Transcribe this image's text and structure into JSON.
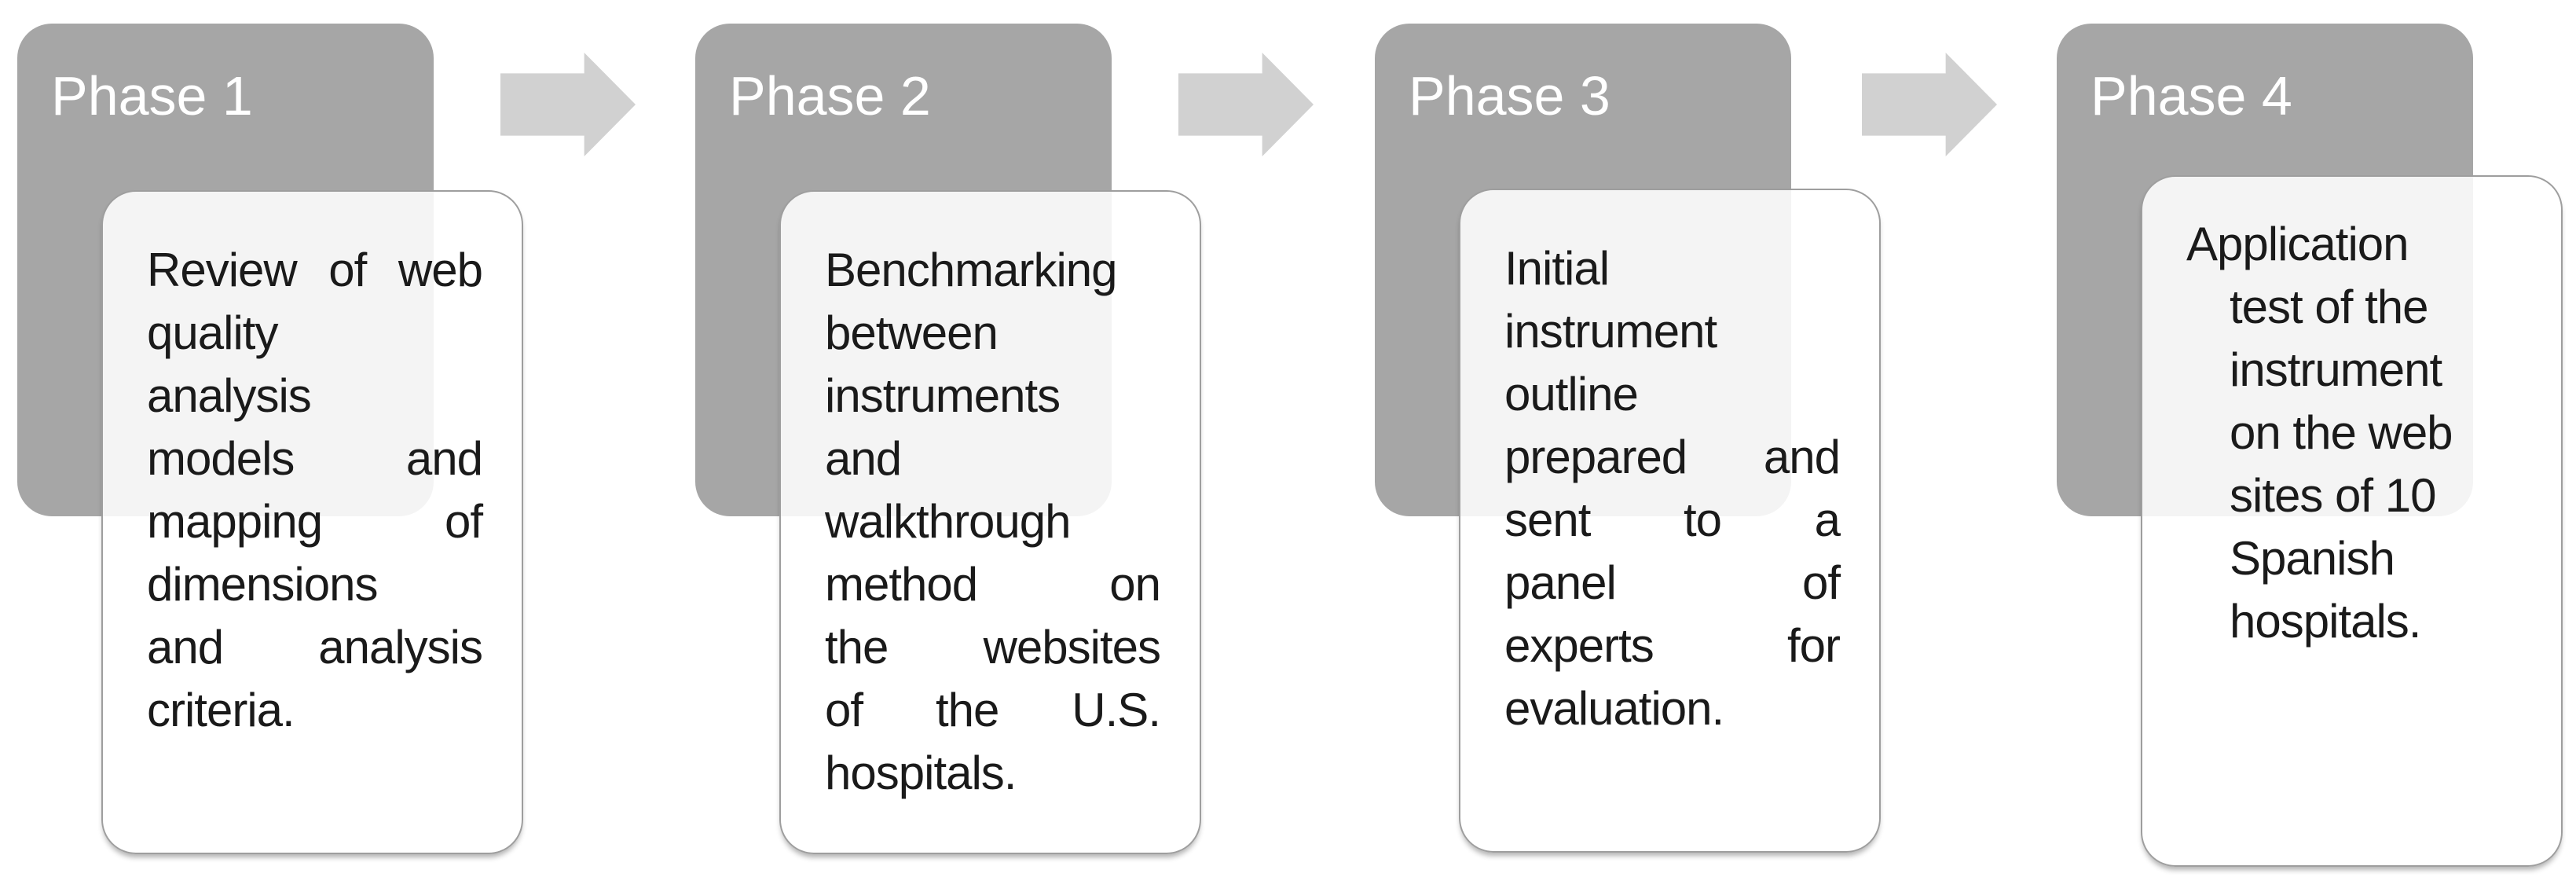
{
  "diagram": {
    "type": "process-flow",
    "phases": [
      {
        "label": "Phase 1",
        "description": "Review of web quality analysis models and mapping of dimensions and analysis criteria.",
        "lines": [
          "Review of web",
          "quality",
          "analysis",
          "models and",
          "mapping of",
          "dimensions",
          "and analysis",
          "criteria."
        ],
        "alignment": "justify"
      },
      {
        "label": "Phase 2",
        "description": "Benchmarking between instruments and walkthrough method on the websites of the U.S. hospitals.",
        "lines": [
          "Benchmarking",
          "between",
          "instruments",
          "and",
          "walkthrough",
          "method on",
          "the websites",
          "of the U.S.",
          "hospitals."
        ],
        "alignment": "justify"
      },
      {
        "label": "Phase 3",
        "description": "Initial instrument outline prepared and sent to a panel of experts for evaluation.",
        "lines": [
          "Initial",
          "instrument",
          "outline",
          "prepared and",
          "sent to a",
          "panel of",
          "experts for",
          "evaluation."
        ],
        "alignment": "justify"
      },
      {
        "label": "Phase 4",
        "description": "Application test of the instrument on the web sites of 10 Spanish hospitals.",
        "lines": [
          "Application",
          "test of the",
          "instrument",
          "on the web",
          "sites of 10",
          "Spanish",
          "hospitals."
        ],
        "alignment": "left-hanging-indent"
      }
    ],
    "arrows": [
      {
        "icon": "arrow-right-icon"
      },
      {
        "icon": "arrow-right-icon"
      },
      {
        "icon": "arrow-right-icon"
      }
    ],
    "colors": {
      "phase_box": "#a6a6a6",
      "arrow": "#d1d1d1",
      "card_fill": "rgba(255,255,255,0.87)",
      "card_border": "#9e9e9e",
      "body_text": "#1a1a1a",
      "label_text": "#ffffff",
      "background": "#ffffff"
    }
  }
}
